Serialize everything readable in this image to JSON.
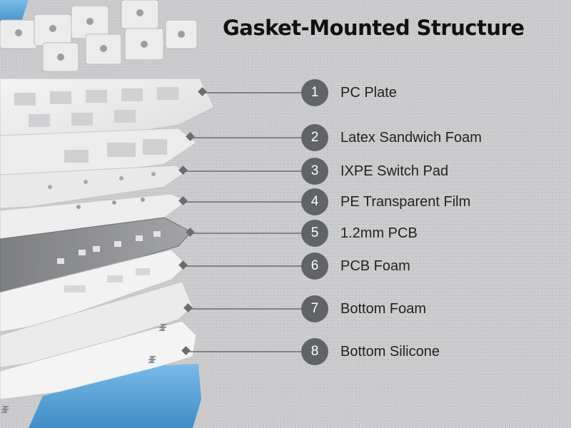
{
  "title": "Gasket-Mounted Structure",
  "layers": [
    {
      "number": "1",
      "label": "PC Plate"
    },
    {
      "number": "2",
      "label": "Latex Sandwich Foam"
    },
    {
      "number": "3",
      "label": "IXPE Switch Pad"
    },
    {
      "number": "4",
      "label": "PE Transparent Film"
    },
    {
      "number": "5",
      "label": "1.2mm PCB"
    },
    {
      "number": "6",
      "label": "PCB Foam"
    },
    {
      "number": "7",
      "label": "Bottom Foam"
    },
    {
      "number": "8",
      "label": "Bottom Silicone"
    }
  ],
  "colors": {
    "badge": "#616467",
    "case_blue": "#5ca6db",
    "line": "#6a6c6f",
    "pcb": "#8f9093"
  }
}
